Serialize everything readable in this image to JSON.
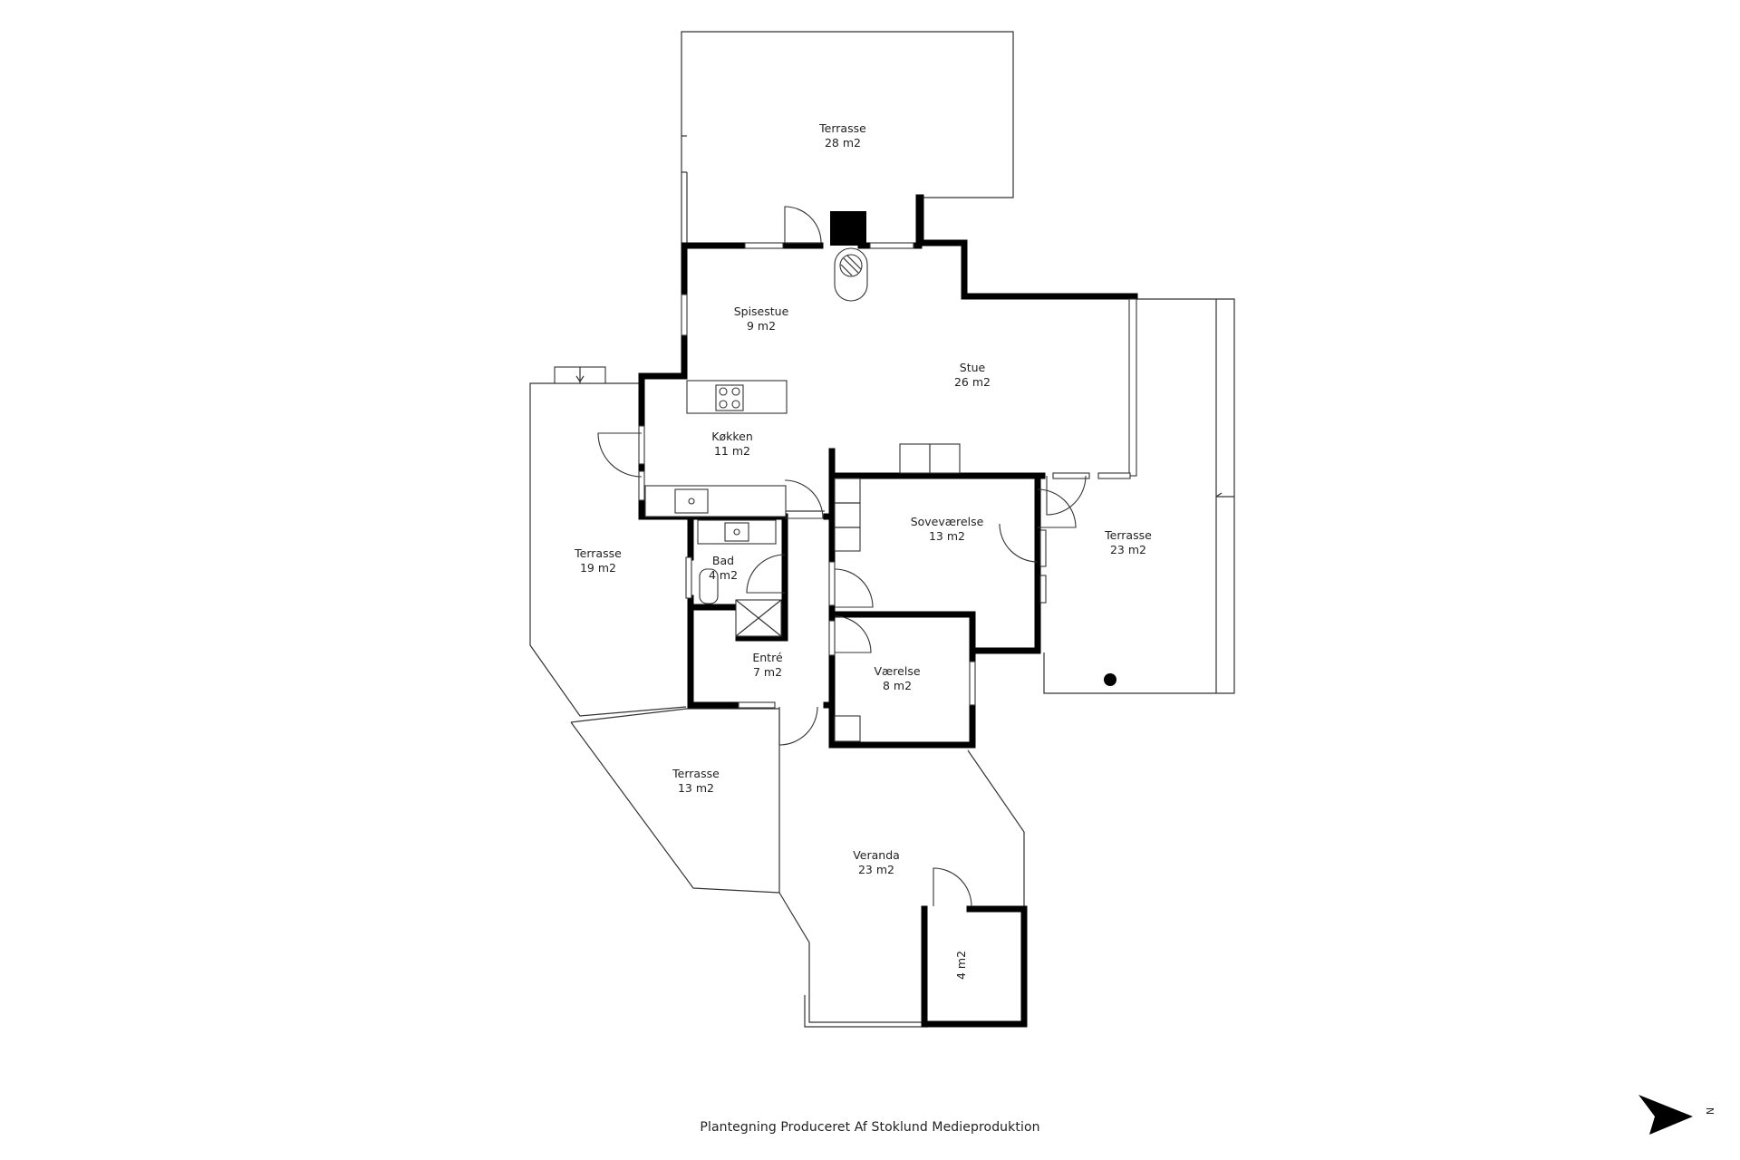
{
  "rooms": [
    {
      "id": "terrasse-north",
      "name": "Terrasse",
      "area": "28 m2"
    },
    {
      "id": "spisestue",
      "name": "Spisestue",
      "area": "9 m2"
    },
    {
      "id": "stue",
      "name": "Stue",
      "area": "26 m2"
    },
    {
      "id": "kokken",
      "name": "Køkken",
      "area": "11 m2"
    },
    {
      "id": "sovevaerelse",
      "name": "Soveværelse",
      "area": "13 m2"
    },
    {
      "id": "terrasse-east",
      "name": "Terrasse",
      "area": "23 m2"
    },
    {
      "id": "terrasse-west",
      "name": "Terrasse",
      "area": "19 m2"
    },
    {
      "id": "bad",
      "name": "Bad",
      "area": "4 m2"
    },
    {
      "id": "entre",
      "name": "Entré",
      "area": "7 m2"
    },
    {
      "id": "vaerelse",
      "name": "Værelse",
      "area": "8 m2"
    },
    {
      "id": "terrasse-south",
      "name": "Terrasse",
      "area": "13 m2"
    },
    {
      "id": "veranda",
      "name": "Veranda",
      "area": "23 m2"
    },
    {
      "id": "shed",
      "name": "",
      "area": "4 m2"
    }
  ],
  "caption": "Plantegning Produceret Af Stoklund Medieproduktion",
  "compass": {
    "letter": "N",
    "icon": "north-arrow-icon"
  },
  "colors": {
    "walls": "#000000",
    "lines": "#333333",
    "background": "#ffffff"
  }
}
